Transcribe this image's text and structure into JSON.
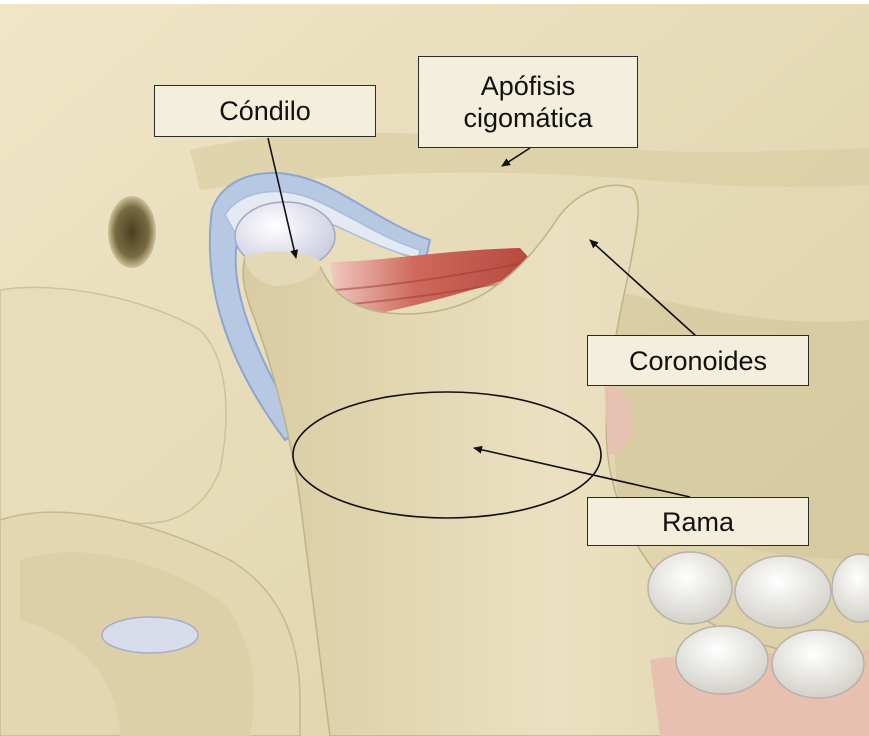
{
  "labels": {
    "condilo": "Cóndilo",
    "apofisis_line1": "Apófisis",
    "apofisis_line2": "cigomática",
    "coronoides": "Coronoides",
    "rama": "Rama"
  },
  "colors": {
    "bone": "#e6dcbb",
    "bone_shadow": "#c9bd94",
    "cartilage": "#dde3f0",
    "disc_blue": "#a9bedc",
    "muscle": "#c9655a",
    "teeth": "#ecebe6",
    "gum": "#e4b8a8"
  }
}
